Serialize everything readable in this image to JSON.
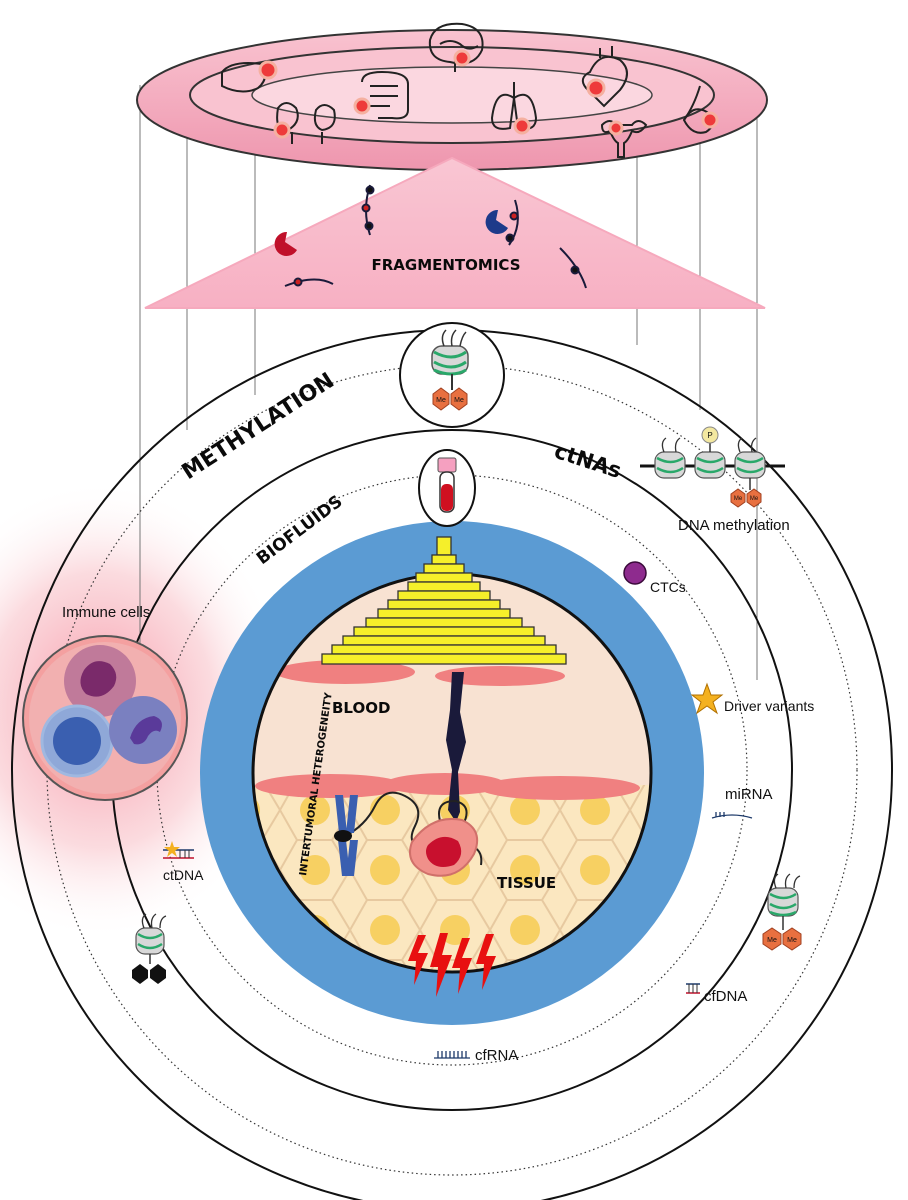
{
  "labels": {
    "fragmentomics": "FRAGMENTOMICS",
    "methylation": "METHYLATION",
    "ctnas": "ctNAs",
    "biofluids": "BIOFLUIDS",
    "dna_methylation": "DNA methylation",
    "ctcs": "CTCs",
    "immune_cells": "Immune cells",
    "driver_variants": "Driver variants",
    "mirna": "miRNA",
    "blood": "BLOOD",
    "intertumoral_heterogeneity": "INTERTUMORAL HETEROGENEITY",
    "tissue": "TISSUE",
    "ctdna": "ctDNA",
    "cfdna": "cfDNA",
    "cfrna": "cfRNA",
    "me1": "Me",
    "me2": "Me",
    "me3": "Me",
    "me4": "Me",
    "me5": "Me",
    "me6": "Me",
    "phospho": "P"
  },
  "icons": [
    "liver-icon",
    "brain-icon",
    "heart-icon",
    "intestine-icon",
    "lungs-icon",
    "kidneys-icon",
    "uterus-icon",
    "breast-icon",
    "nucleosome-icon",
    "blood-tube-icon",
    "ctc-icon",
    "star-icon",
    "chromosome-icon",
    "tumor-cell-icon"
  ],
  "colors": {
    "blue_disc": "#5b9bd3",
    "pink": "#f7b8c8",
    "yellow": "#f5ef2a",
    "tumor_red": "#c8102e",
    "ctc_purple": "#8e2b8e",
    "star": "#f4b120"
  }
}
